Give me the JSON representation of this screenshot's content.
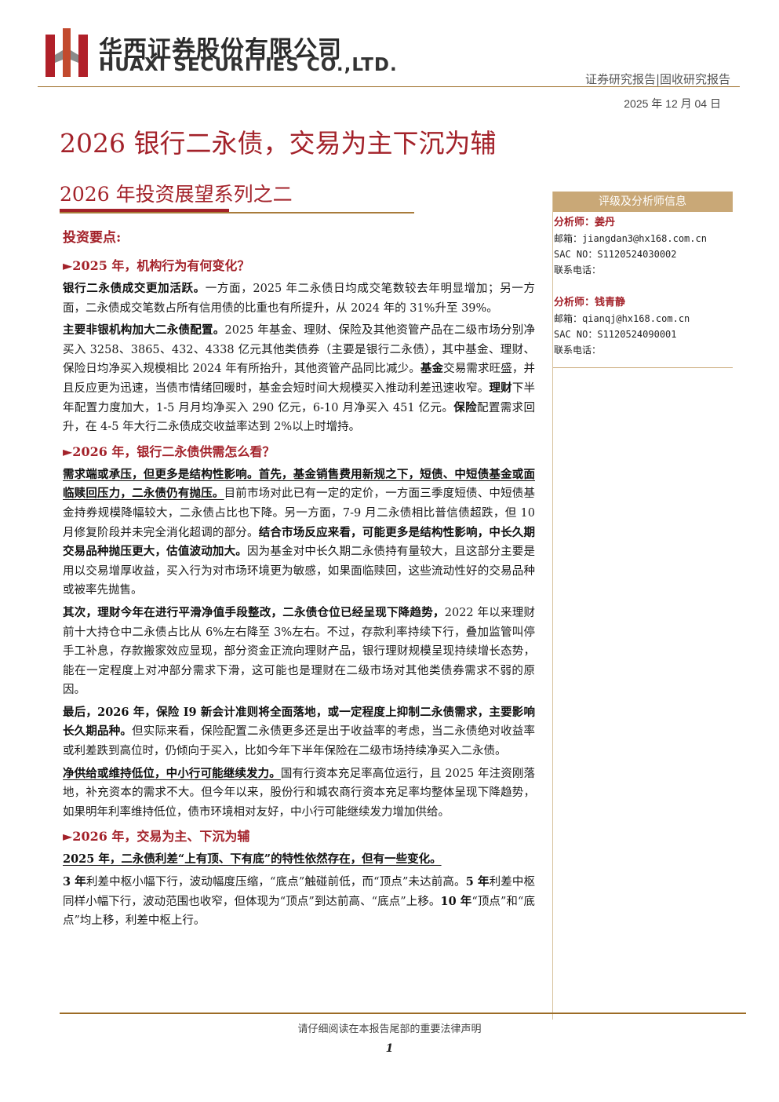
{
  "header": {
    "company_cn": "华西证券股份有限公司",
    "company_en": "HUAXI SECURITIES CO.,LTD.",
    "report_type": "证券研究报告|固收研究报告",
    "date": "2025 年 12 月 04 日"
  },
  "title": "2026 银行二永债，交易为主下沉为辅",
  "subtitle": "2026 年投资展望系列之二",
  "sidebar": {
    "header": "评级及分析师信息",
    "analysts": [
      {
        "name": "分析师：姜丹",
        "email": "邮箱：jiangdan3@hx168.com.cn",
        "sac": "SAC NO：S1120524030002",
        "phone": "联系电话："
      },
      {
        "name": "分析师：钱青静",
        "email": "邮箱：qianqj@hx168.com.cn",
        "sac": "SAC NO：S1120524090001",
        "phone": "联系电话："
      }
    ]
  },
  "body": {
    "section_label": "投资要点:",
    "h1": "►2025 年，机构行为有何变化？",
    "p1_bold": "银行二永债成交更加活跃。",
    "p1_text": "一方面，2025 年二永债日均成交笔数较去年明显增加；另一方面，二永债成交笔数占所有信用债的比重也有所提升，从 2024 年的 31%升至 39%。",
    "p2_bold": "主要非银机构加大二永债配置。",
    "p2_text_a": "2025 年基金、理财、保险及其他资管产品在二级市场分别净买入 3258、3865、432、4338 亿元其他类债券（主要是银行二永债），其中基金、理财、保险日均净买入规模相比 2024 年有所抬升，其他资管产品同比减少。",
    "p2_bold_b": "基金",
    "p2_text_b": "交易需求旺盛，并且反应更为迅速，当债市情绪回暖时，基金会短时间大规模买入推动利差迅速收窄。",
    "p2_bold_c": "理财",
    "p2_text_c": "下半年配置力度加大，1-5 月月均净买入 290 亿元，6-10 月净买入 451 亿元。",
    "p2_bold_d": "保险",
    "p2_text_d": "配置需求回升，在 4-5 年大行二永债成交收益率达到 2%以上时增持。",
    "h2": "►2026 年，银行二永债供需怎么看？",
    "p3_bold": "需求端或承压，但更多是结构性影响。首先，基金销售费用新规之下，短债、中短债基金或面临赎回压力，二永债仍有抛压。",
    "p3_text_a": "目前市场对此已有一定的定价，一方面三季度短债、中短债基金持券规模降幅较大，二永债占比也下降。另一方面，7-9 月二永债相比普信债超跌，但 10 月修复阶段并未完全消化超调的部分。",
    "p3_bold_b": "结合市场反应来看，可能更多是结构性影响，中长久期交易品种抛压更大，估值波动加大。",
    "p3_text_b": "因为基金对中长久期二永债持有量较大，且这部分主要是用以交易增厚收益，买入行为对市场环境更为敏感，如果面临赎回，这些流动性好的交易品种或被率先抛售。",
    "p4_bold": "其次，理财今年在进行平滑净值手段整改，二永债仓位已经呈现下降趋势，",
    "p4_text": "2022 年以来理财前十大持仓中二永债占比从 6%左右降至 3%左右。不过，存款利率持续下行，叠加监管叫停手工补息，存款搬家效应显现，部分资金正流向理财产品，银行理财规模呈现持续增长态势，能在一定程度上对冲部分需求下滑，这可能也是理财在二级市场对其他类债券需求不弱的原因。",
    "p5_bold": "最后，2026 年，保险 I9 新会计准则将全面落地，或一定程度上抑制二永债需求，主要影响长久期品种。",
    "p5_text": "但实际来看，保险配置二永债更多还是出于收益率的考虑，当二永债绝对收益率或利差跌到高位时，仍倾向于买入，比如今年下半年保险在二级市场持续净买入二永债。",
    "p6_bold": "净供给或维持低位，中小行可能继续发力。",
    "p6_text": "国有行资本充足率高位运行，且 2025 年注资刚落地，补充资本的需求不大。但今年以来，股份行和城农商行资本充足率均整体呈现下降趋势，如果明年利率维持低位，债市环境相对友好，中小行可能继续发力增加供给。",
    "h3": "►2026 年，交易为主、下沉为辅",
    "p7_bold": "2025 年，二永债利差“上有顶、下有底”的特性依然存在，但有一些变化。",
    "p8_bold_a": "3 年",
    "p8_text_a": "利差中枢小幅下行，波动幅度压缩，“底点”触碰前低，而“顶点”未达前高。",
    "p8_bold_b": "5 年",
    "p8_text_b": "利差中枢同样小幅下行，波动范围也收窄，但体现为“顶点”到达前高、“底点”上移。",
    "p8_bold_c": "10 年",
    "p8_text_c": "“顶点”和“底点”均上移，利差中枢上行。"
  },
  "footer": {
    "disclaimer": "请仔细阅读在本报告尾部的重要法律声明",
    "page": "1"
  },
  "colors": {
    "brand_red": "#a3222a",
    "gold": "#c9a877",
    "rule": "#9c6b25"
  }
}
